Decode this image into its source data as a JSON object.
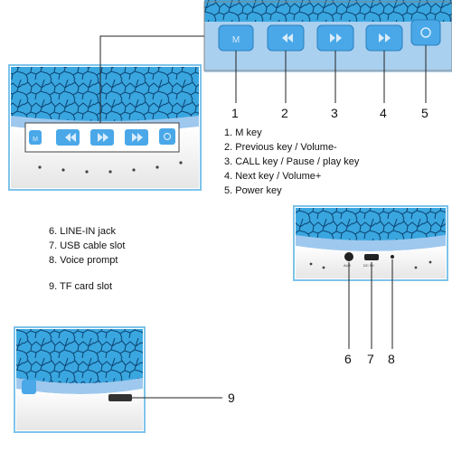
{
  "callout_numbers": [
    "1",
    "2",
    "3",
    "4",
    "5",
    "6",
    "7",
    "8",
    "9"
  ],
  "legend": [
    "1. M key",
    "2. Previous key / Volume-",
    "3. CALL key / Pause / play key",
    "4. Next key / Volume+",
    "5. Power key",
    "6. LINE-IN jack",
    "7. USB cable slot",
    "8. Voice prompt",
    "9. TF card slot"
  ],
  "port_labels": {
    "aux": "AUX",
    "dc": "DC 5V"
  },
  "colors": {
    "crackle_blue": "#3aa6e0",
    "crackle_line": "#0d4a78",
    "button_blue": "#4aa8e8",
    "band": "#9fc8ee",
    "base": "#f3f3f3",
    "frame": "#7ec4ea"
  },
  "icons": {
    "buttons": [
      "m-key-icon",
      "previous-icon",
      "play-pause-icon",
      "next-icon",
      "power-icon"
    ]
  }
}
